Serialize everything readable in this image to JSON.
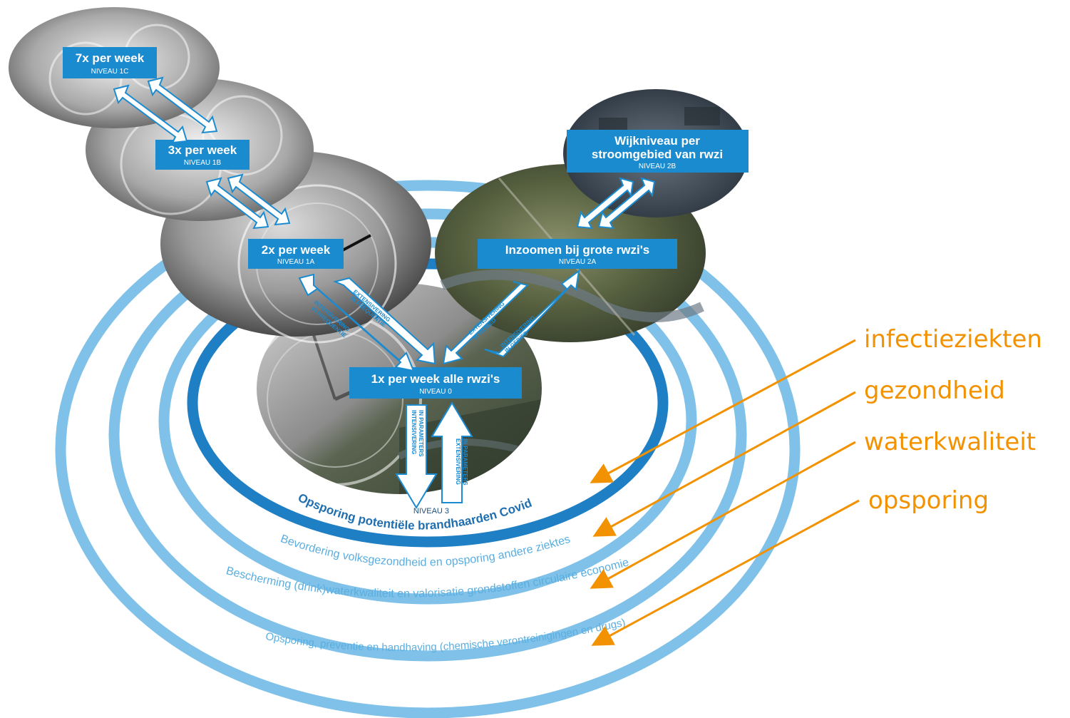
{
  "diagram": {
    "levels": [
      {
        "id": "1c",
        "title": "7x per week",
        "level": "NIVEAU 1C"
      },
      {
        "id": "1b",
        "title": "3x per week",
        "level": "NIVEAU 1B"
      },
      {
        "id": "1a",
        "title": "2x per week",
        "level": "NIVEAU 1A"
      },
      {
        "id": "2b",
        "title_line1": "Wijkniveau per",
        "title_line2": "stroomgebied van rwzi",
        "level": "NIVEAU 2B"
      },
      {
        "id": "2a",
        "title": "Inzoomen bij grote rwzi's",
        "level": "NIVEAU 2A"
      },
      {
        "id": "0",
        "title": "1x per week alle rwzi's",
        "level": "NIVEAU 0"
      }
    ],
    "arrows": {
      "intensivering_frequentie": [
        "INTENSIVERING",
        "IN FREQUENTIE"
      ],
      "extensivering_frequentie": [
        "EXTENSIVERING",
        "IN FREQUENTIE"
      ],
      "extensivering_gebied": [
        "EXTENSIVERING",
        "IN GEBIED"
      ],
      "intensivering_gebied": [
        "INTENSIVERING",
        "IN GEBIED"
      ],
      "intensivering_parameters": [
        "INTENSIVERING",
        "IN PARAMETERS"
      ],
      "extensivering_parameters": [
        "EXTENSIVERING",
        "IN PARAMETERS"
      ]
    },
    "niveau3": "NIVEAU 3",
    "rings": [
      "Opsporing potentiële brandhaarden Covid",
      "Bevordering volksgezondheid en opsporing andere ziektes",
      "Bescherming (drink)waterkwaliteit en valorisatie grondstoffen circulaire economie",
      "Opsporing, preventie en handhaving (chemische verontreinigingen en drugs)"
    ],
    "side_labels": [
      "infectieziekten",
      "gezondheid",
      "waterkwaliteit",
      "opsporing"
    ],
    "colors": {
      "ring_light": "#7fc1e8",
      "ring_dark": "#1f7fc4",
      "label_box": "#1b8bd0",
      "accent": "#f39200"
    }
  }
}
